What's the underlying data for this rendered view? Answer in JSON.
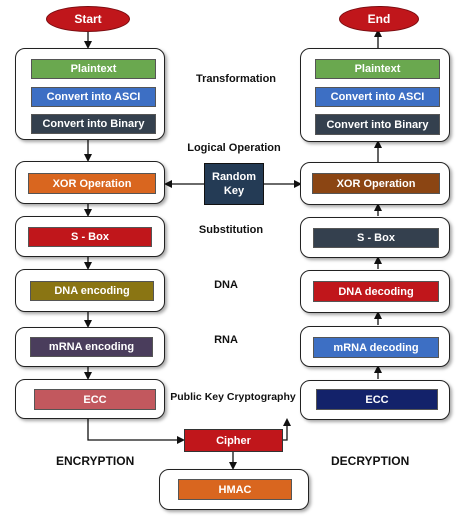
{
  "colors": {
    "green": "#6aa84f",
    "blue": "#3d6fc4",
    "dark": "#34404e",
    "orange": "#d9661f",
    "brown": "#8b4513",
    "red": "#c0161b",
    "olive": "#8a7513",
    "purple": "#4a3d5c",
    "rose": "#c2585e",
    "navy": "#13226a",
    "keybg": "#243b55"
  },
  "start": "Start",
  "end": "End",
  "encryption": {
    "plaintext": "Plaintext",
    "asci": "Convert into ASCI",
    "binary": "Convert into Binary",
    "xor": "XOR Operation",
    "sbox": "S - Box",
    "dna": "DNA encoding",
    "mrna": "mRNA encoding",
    "ecc": "ECC",
    "title": "ENCRYPTION"
  },
  "decryption": {
    "plaintext": "Plaintext",
    "asci": "Convert into ASCI",
    "binary": "Convert into Binary",
    "xor": "XOR Operation",
    "sbox": "S - Box",
    "dna": "DNA decoding",
    "mrna": "mRNA decoding",
    "ecc": "ECC",
    "title": "DECRYPTION"
  },
  "stages": {
    "transformation": "Transformation",
    "logical": "Logical Operation",
    "substitution": "Substitution",
    "dna": "DNA",
    "rna": "RNA",
    "pkc": "Public Key Cryptography"
  },
  "key": {
    "line1": "Random",
    "line2": "Key"
  },
  "cipher": "Cipher",
  "hmac": "HMAC"
}
